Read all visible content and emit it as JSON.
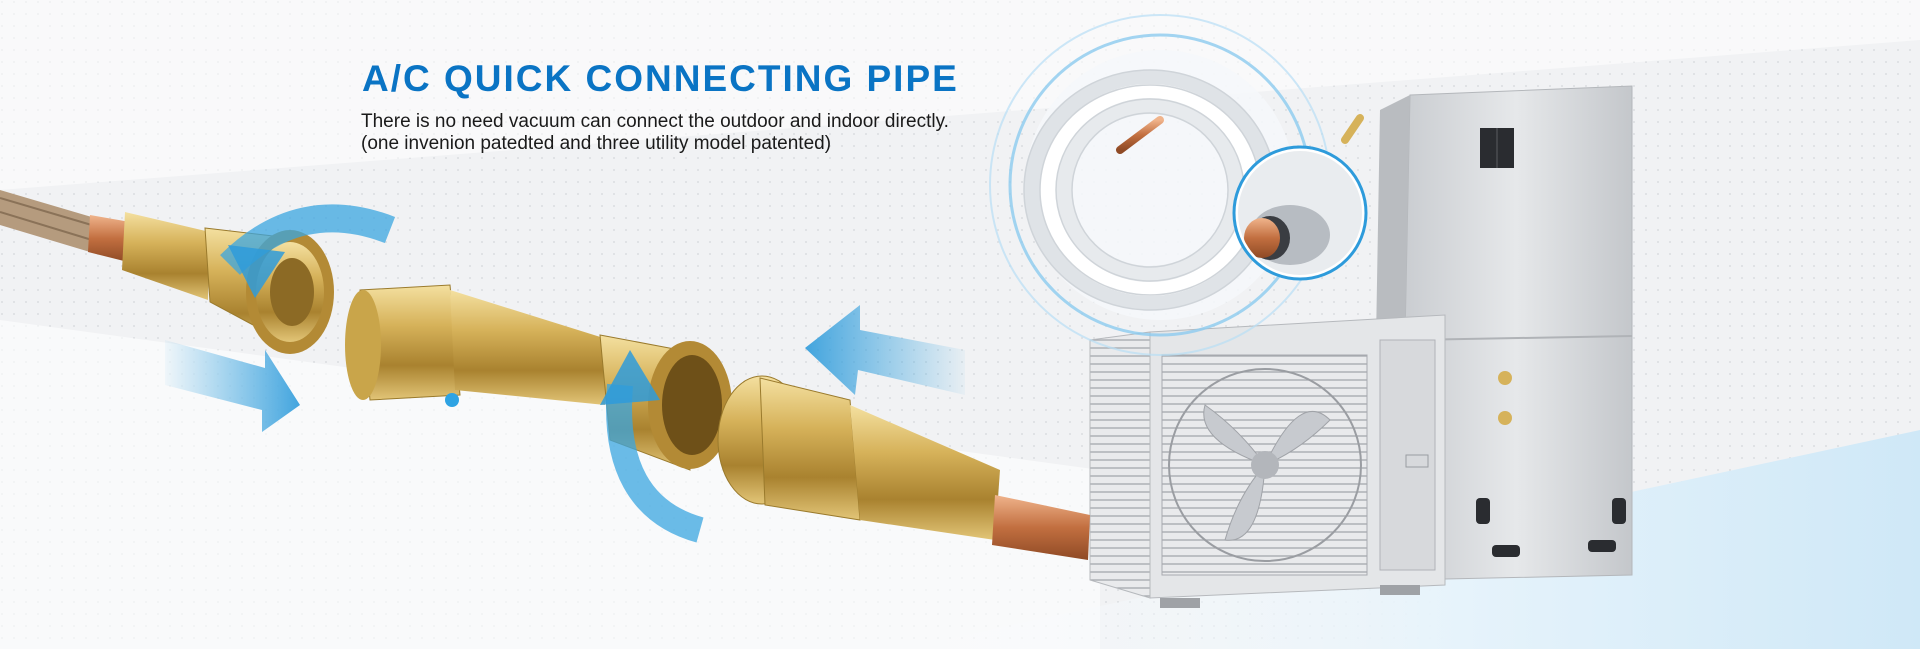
{
  "banner": {
    "title": "A/C QUICK CONNECTING PIPE",
    "description_line1": "There is no need vacuum can connect the outdoor and indoor directly.",
    "description_line2": "(one invenion patedted and three utility model patented)"
  },
  "colors": {
    "title_blue": "#0a74c4",
    "arrow_blue": "#3aa6e0",
    "brass": "#c9a54a",
    "copper": "#c8774a",
    "unit_gray": "#d8dadd"
  },
  "icons": {
    "flow_arrow_left": "arrow-right-icon",
    "flow_arrow_right": "arrow-left-icon",
    "rotate_arrow": "rotate-icon"
  }
}
